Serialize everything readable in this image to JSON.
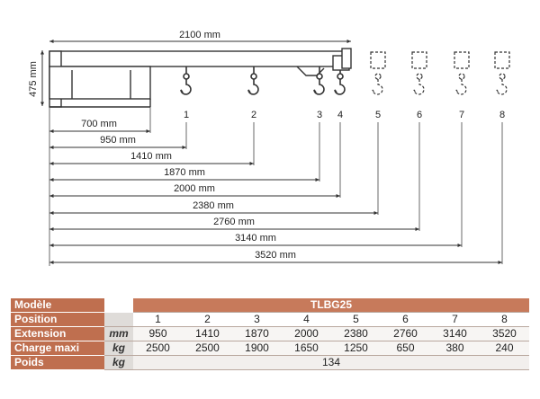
{
  "diagram": {
    "total_length": "2100 mm",
    "height": "475 mm",
    "base_length": "700 mm",
    "positions": [
      "1",
      "2",
      "3",
      "4",
      "5",
      "6",
      "7",
      "8"
    ],
    "dimensions": [
      "950 mm",
      "1410 mm",
      "1870 mm",
      "2000 mm",
      "2380 mm",
      "2760 mm",
      "3140 mm",
      "3520 mm"
    ]
  },
  "table": {
    "header_label": "Modèle",
    "model": "TLBG25",
    "rows": [
      {
        "label": "Position",
        "unit": "",
        "values": [
          "1",
          "2",
          "3",
          "4",
          "5",
          "6",
          "7",
          "8"
        ]
      },
      {
        "label": "Extension",
        "unit": "mm",
        "values": [
          "950",
          "1410",
          "1870",
          "2000",
          "2380",
          "2760",
          "3140",
          "3520"
        ]
      },
      {
        "label": "Charge maxi",
        "unit": "kg",
        "values": [
          "2500",
          "2500",
          "1900",
          "1650",
          "1250",
          "650",
          "380",
          "240"
        ]
      }
    ],
    "weight": {
      "label": "Poids",
      "unit": "kg",
      "value": "134"
    }
  },
  "colors": {
    "header": "#c77a5b",
    "label": "#bf6f4f",
    "line": "#333333"
  }
}
